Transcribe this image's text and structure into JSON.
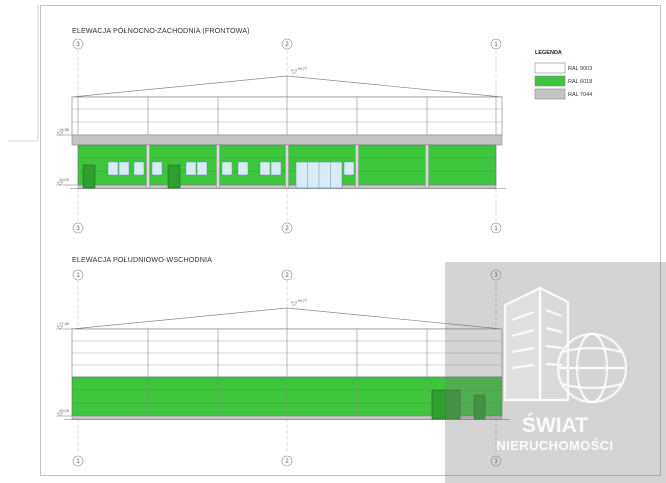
{
  "drawing": {
    "elevation_1_title": "ELEWACJA PÓŁNOCNO-ZACHODNIA (FRONTOWA)",
    "elevation_2_title": "ELEWACJA POŁUDNIOWO-WSCHODNIA",
    "elevation_1_axes": [
      "3",
      "2",
      "1"
    ],
    "elevation_2_axes": [
      "1",
      "2",
      "3"
    ],
    "elevation_1_levels": {
      "ridge": "+8,77",
      "eaves": "+4,50",
      "ground": "±0,00"
    },
    "elevation_2_levels": {
      "ridge": "+8,77",
      "eaves": "+7,50",
      "ground": "±0,00"
    }
  },
  "legend": {
    "title": "LEGENDA",
    "items": [
      {
        "label": "RAL 9003",
        "color": "#ffffff"
      },
      {
        "label": "RAL 6018",
        "color": "#3dc63d"
      },
      {
        "label": "RAL 7044",
        "color": "#c4c4c4"
      }
    ]
  },
  "watermark": {
    "line1": "ŚWIAT",
    "line2": "NIERUCHOMOŚCI"
  },
  "colors": {
    "green": "#3dc63d",
    "grey": "#c4c4c4",
    "glass": "#d8ecf7",
    "line": "#8a8a8a"
  }
}
